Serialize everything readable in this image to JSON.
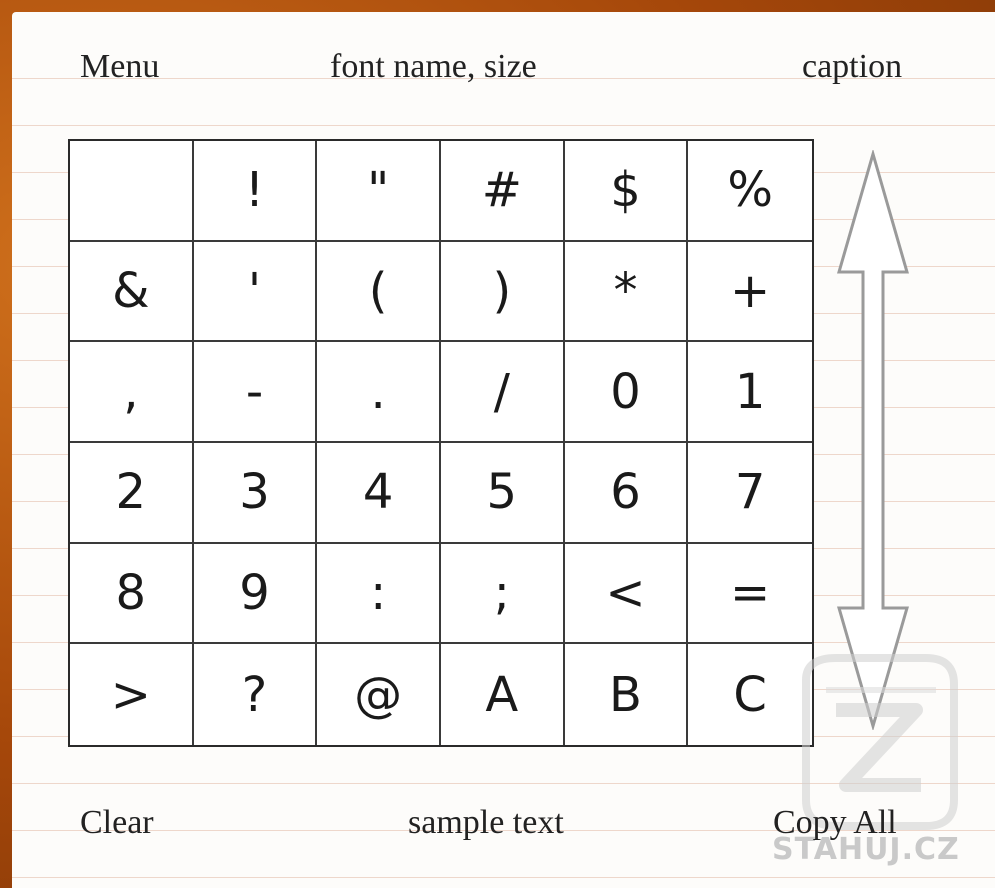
{
  "labels": {
    "menu": "Menu",
    "font": "font name, size",
    "caption": "caption",
    "clear": "Clear",
    "sample": "sample text",
    "copy_all": "Copy All"
  },
  "grid": {
    "rows": [
      [
        "",
        "!",
        "\"",
        "#",
        "$",
        "%"
      ],
      [
        "&",
        "'",
        "(",
        ")",
        "*",
        "+"
      ],
      [
        ",",
        "-",
        ".",
        "/",
        "0",
        "1"
      ],
      [
        "2",
        "3",
        "4",
        "5",
        "6",
        "7"
      ],
      [
        "8",
        "9",
        ":",
        ";",
        "<",
        "="
      ],
      [
        ">",
        "?",
        "@",
        "A",
        "B",
        "C"
      ]
    ]
  },
  "watermark": {
    "text": "STAHUJ.CZ"
  },
  "colors": {
    "background": "#b8500c",
    "paper": "#fdfcfa",
    "grid_line": "#3a3a3a",
    "arrow": "#9a9a9a"
  }
}
